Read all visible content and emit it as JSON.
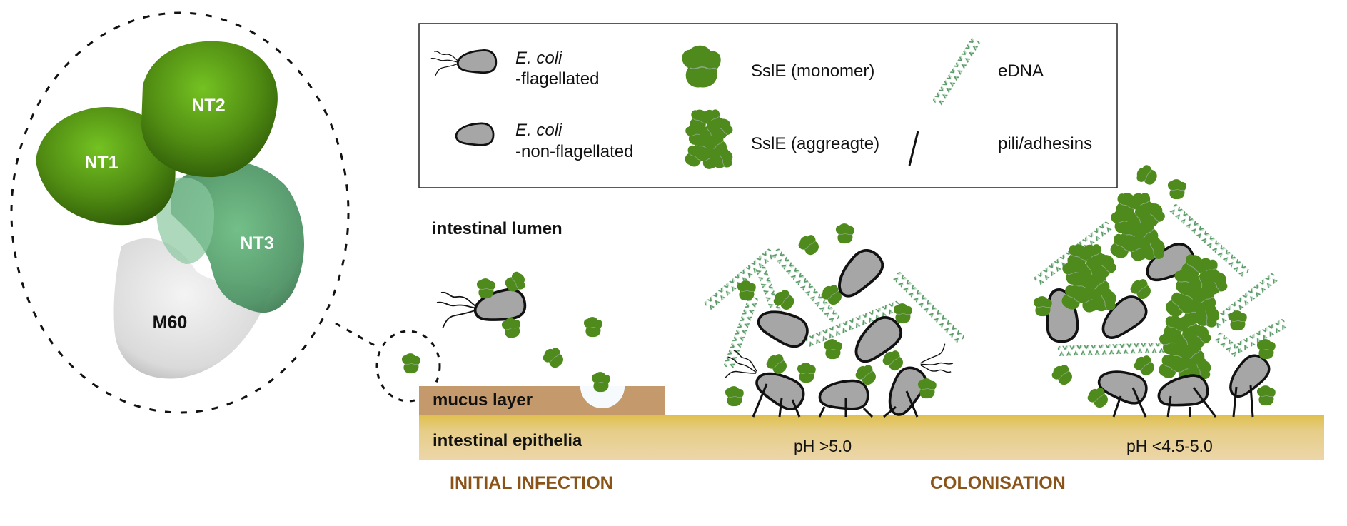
{
  "protein_model": {
    "domains": [
      {
        "label": "NT1",
        "color": "#4f8a12"
      },
      {
        "label": "NT2",
        "color": "#4f8a12"
      },
      {
        "label": "NT3",
        "color": "#5aa070"
      },
      {
        "label": "M60",
        "color": "#e2e2e2"
      }
    ]
  },
  "legend": {
    "items": [
      {
        "icon": "flagellated-bacterium-icon",
        "label_italic": "E. coli",
        "label": "-flagellated"
      },
      {
        "icon": "non-flagellated-bacterium-icon",
        "label_italic": "E. coli",
        "label": "-non-flagellated"
      },
      {
        "icon": "ssle-monomer-icon",
        "label": "SslE (monomer)"
      },
      {
        "icon": "ssle-aggregate-icon",
        "label": "SslE (aggreagte)"
      },
      {
        "icon": "edna-helix-icon",
        "label": "eDNA"
      },
      {
        "icon": "pili-line-icon",
        "label": "pili/adhesins"
      }
    ]
  },
  "scene": {
    "lumen_label": "intestinal lumen",
    "mucus_label": "mucus layer",
    "epithelia_label": "intestinal epithelia",
    "ph_left": "pH >5.0",
    "ph_right": "pH <4.5-5.0",
    "stage_initial": "INITIAL INFECTION",
    "stage_colonisation": "COLONISATION"
  },
  "colors": {
    "ssle_green": "#4e8a1c",
    "bacterium_fill": "#a6a6a6",
    "mucus": "#c49a6c",
    "epithelia_top": "#dfc04e",
    "epithelia_bottom": "#ecd6a8",
    "stage_brown": "#8a5418",
    "edna_green": "#6aa878"
  }
}
